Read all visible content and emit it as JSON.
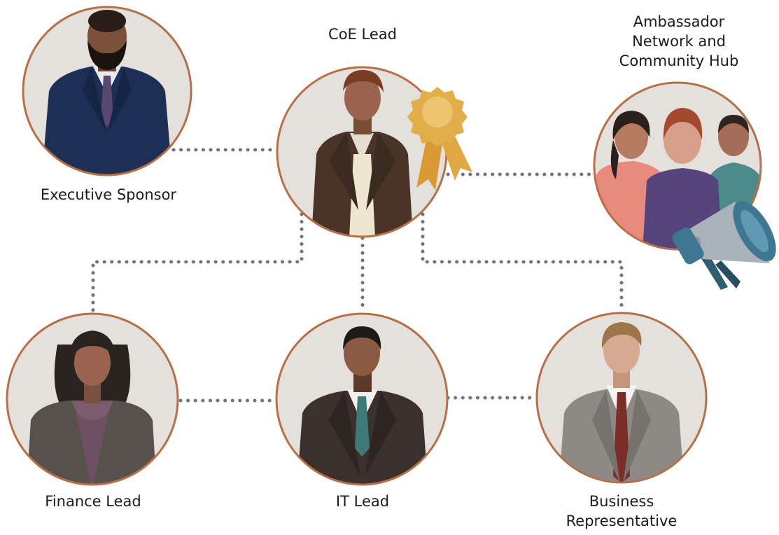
{
  "roles": {
    "executive_sponsor": {
      "label": "Executive Sponsor"
    },
    "coe_lead": {
      "label": "CoE Lead"
    },
    "ambassador": {
      "label_lines": [
        "Ambassador",
        "Network and",
        "Community Hub"
      ]
    },
    "finance_lead": {
      "label": "Finance Lead"
    },
    "it_lead": {
      "label": "IT Lead"
    },
    "business_rep": {
      "label_lines": [
        "Business",
        "Representative"
      ]
    }
  },
  "colors": {
    "circle_fill": "#e4e0dc",
    "circle_border": "#b5704a",
    "connector": "#6e7480",
    "ribbon": "#e2ae4a"
  }
}
